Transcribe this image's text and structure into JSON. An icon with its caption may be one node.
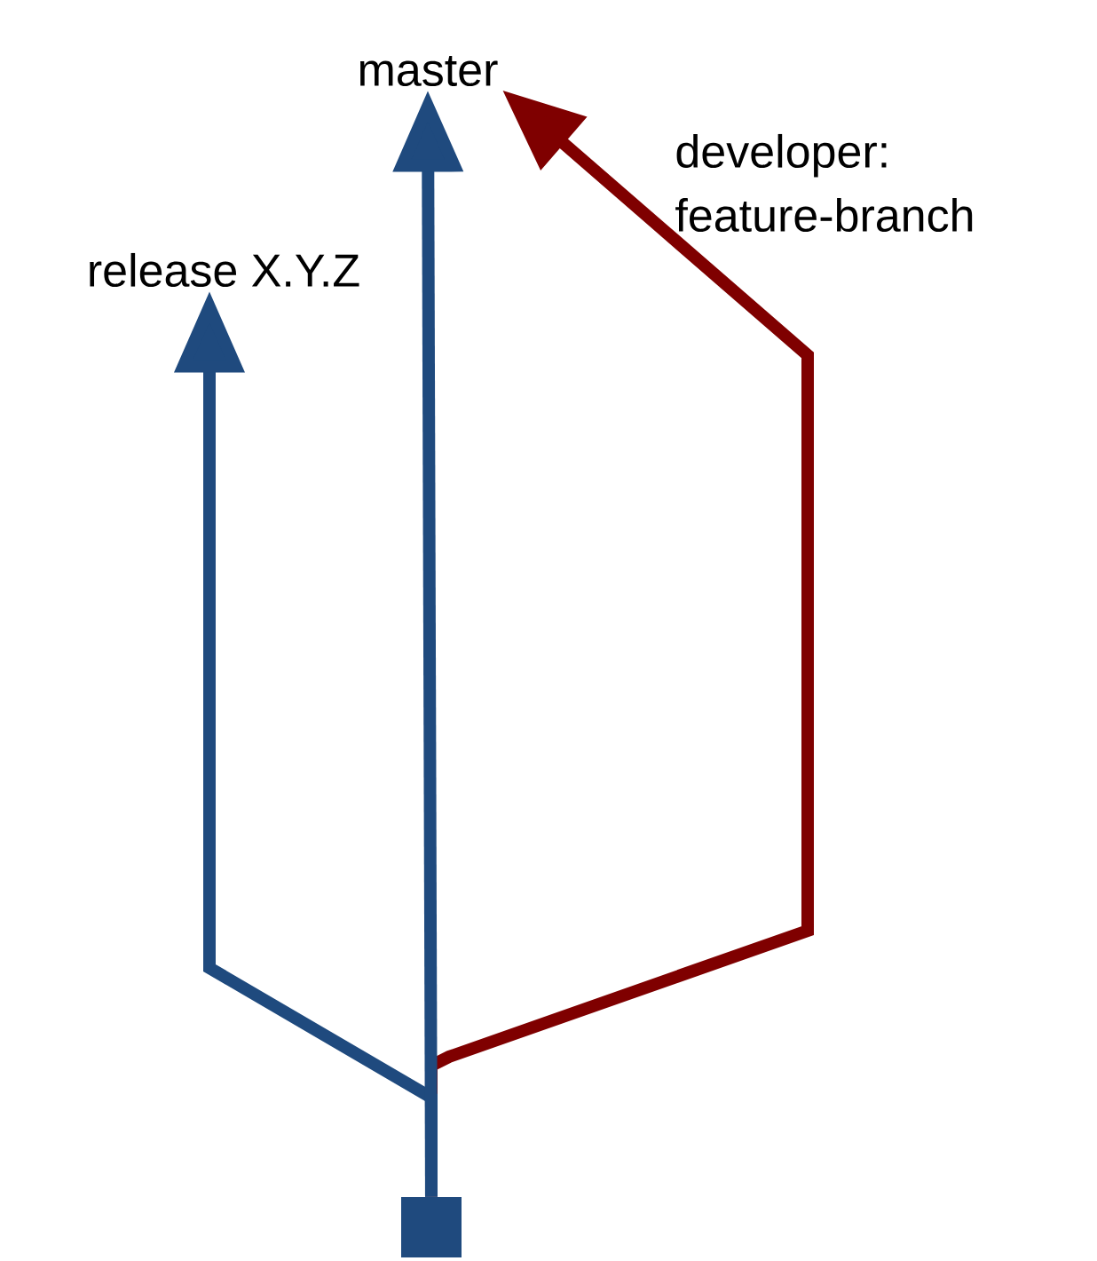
{
  "diagram": {
    "nodes": [
      {
        "text": [
          "master"
        ]
      },
      {
        "text": [
          "release X.Y.Z"
        ]
      },
      {
        "text": [],
        "shape": "box"
      }
    ],
    "edges": [
      {
        "from": 2,
        "to": 0,
        "arrow": "to"
      },
      {
        "from": 2,
        "to": 1,
        "arrow": "to"
      },
      {
        "from": 2,
        "to": 0,
        "arrow": "to",
        "label": "developer: feature-branch",
        "color": "#7f0000"
      }
    ]
  }
}
